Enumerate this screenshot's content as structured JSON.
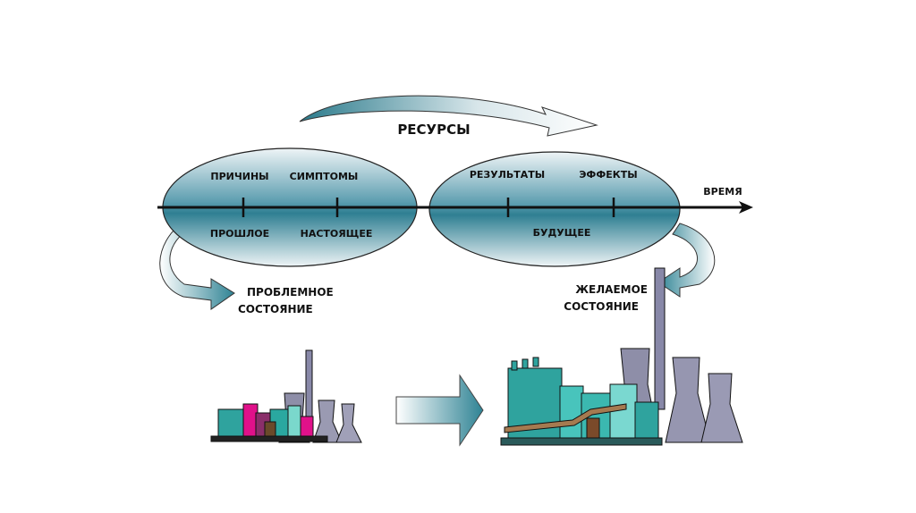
{
  "diagram": {
    "resources_label": "РЕСУРСЫ",
    "time_axis_label": "ВРЕМЯ",
    "left_oval": {
      "top_labels": [
        "ПРИЧИНЫ",
        "СИМПТОМЫ"
      ],
      "bottom_labels": [
        "ПРОШЛОЕ",
        "НАСТОЯЩЕЕ"
      ]
    },
    "right_oval": {
      "top_labels": [
        "РЕЗУЛЬТАТЫ",
        "ЭФФЕКТЫ"
      ],
      "bottom_labels": [
        "БУДУЩЕЕ"
      ]
    },
    "problem_state": [
      "ПРОБЛЕМНОЕ",
      "СОСТОЯНИЕ"
    ],
    "desired_state": [
      "ЖЕЛАЕМОЕ",
      "СОСТОЯНИЕ"
    ],
    "colors": {
      "teal_dark": "#1f6f80",
      "teal_light": "#e8f1f4",
      "factory_teal": "#2fb3ad",
      "factory_magenta": "#e0118a",
      "tower_gray": "#8e8ea8"
    }
  }
}
